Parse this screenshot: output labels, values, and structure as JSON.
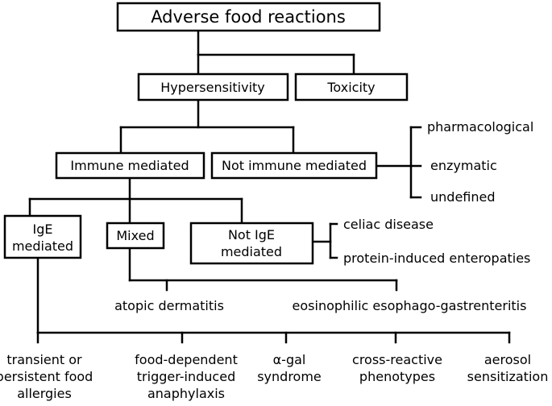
{
  "title": "Adverse food reactions",
  "hypersensitivity": "Hypersensitivity",
  "toxicity": "Toxicity",
  "immune_mediated": "Immune mediated",
  "not_immune_mediated": "Not immune mediated",
  "not_immune_branches": [
    "pharmacological",
    "enzymatic",
    "undefined"
  ],
  "ige_mediated": [
    "IgE",
    "mediated"
  ],
  "mixed": "Mixed",
  "not_ige_mediated": [
    "Not IgE",
    "mediated"
  ],
  "not_ige_branches": [
    "celiac disease",
    "protein-induced enteropaties"
  ],
  "mixed_outcomes": [
    "atopic dermatitis",
    "eosinophilic esophago-gastrenteritis"
  ],
  "ige_outcomes": [
    [
      "transient or",
      "persistent food",
      "allergies"
    ],
    [
      "food-dependent",
      "trigger-induced",
      "anaphylaxis"
    ],
    [
      "α-gal",
      "syndrome"
    ],
    [
      "cross-reactive",
      "phenotypes"
    ],
    [
      "aerosol",
      "sensitization"
    ]
  ]
}
